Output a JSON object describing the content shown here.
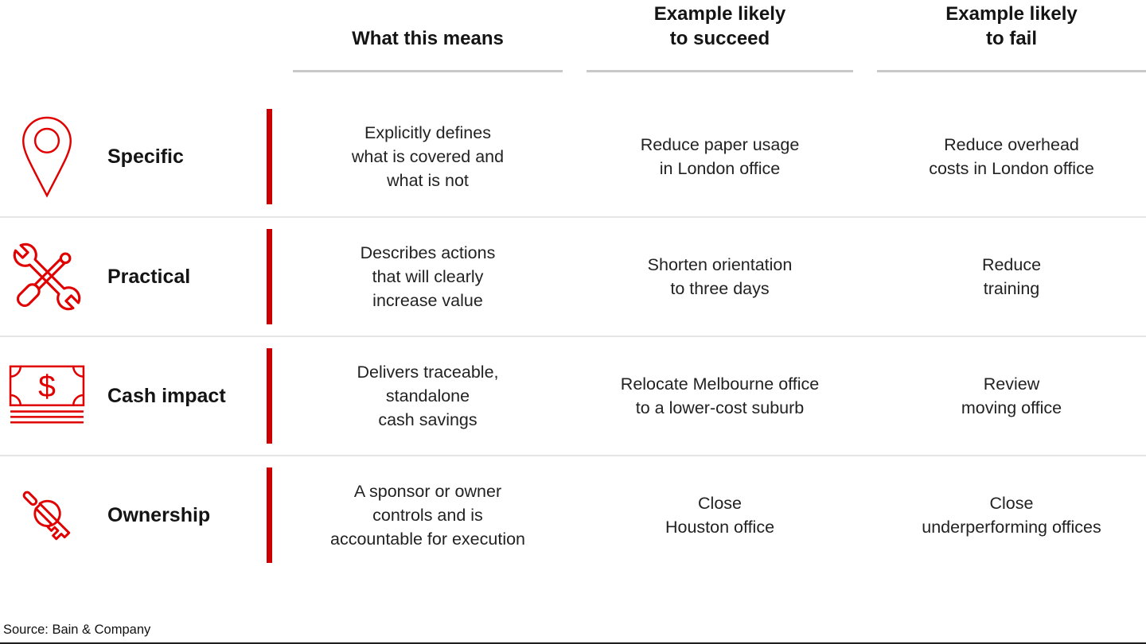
{
  "header": {
    "columns": [
      {
        "label": "What this means"
      },
      {
        "label": "Example likely\nto succeed"
      },
      {
        "label": "Example likely\nto fail"
      }
    ]
  },
  "rows": [
    {
      "icon": "location-pin-icon",
      "label": "Specific",
      "means": "Explicitly defines\nwhat is covered and\nwhat is not",
      "succeed": "Reduce paper usage\nin London office",
      "fail": "Reduce overhead\ncosts in London office"
    },
    {
      "icon": "tools-icon",
      "label": "Practical",
      "means": "Describes actions\nthat will clearly\nincrease value",
      "succeed": "Shorten orientation\nto three days",
      "fail": "Reduce\ntraining"
    },
    {
      "icon": "cash-icon",
      "label": "Cash impact",
      "means": "Delivers traceable,\nstandalone\ncash savings",
      "succeed": "Relocate Melbourne office\nto a lower-cost suburb",
      "fail": "Review\nmoving office"
    },
    {
      "icon": "key-icon",
      "label": "Ownership",
      "means": "A sponsor or owner\ncontrols and is\naccountable for execution",
      "succeed": "Close\nHouston office",
      "fail": "Close\nunderperforming offices"
    }
  ],
  "source": "Source: Bain & Company",
  "colors": {
    "accent_red": "#cc0000",
    "icon_red": "#e00000",
    "divider_gray": "#e6e6e6",
    "header_underline_gray": "#c9c9c9",
    "text_dark": "#141414"
  },
  "dollar_sign": "$"
}
